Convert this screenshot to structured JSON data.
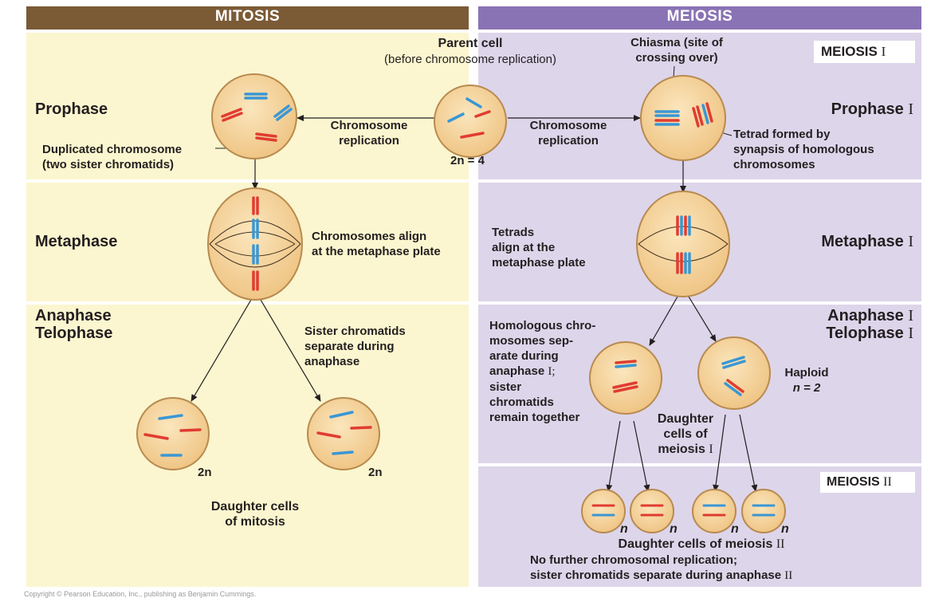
{
  "headers": {
    "mitosis": "MITOSIS",
    "meiosis": "MEIOSIS"
  },
  "colors": {
    "mitosis_header": "#7b5a36",
    "meiosis_header": "#8a73b4",
    "mitosis_panel": "#fbf6cf",
    "meiosis_panel": "#ddd5ea",
    "cell_fill": "#f3cf94",
    "cell_stroke": "#b88a4f",
    "chromosome_red": "#e03c31",
    "chromosome_blue": "#3a97d4",
    "ink": "#231f20"
  },
  "parent": {
    "title": "Parent cell",
    "subtitle": "(before chromosome replication)",
    "ploidy": "2n = 4"
  },
  "center": {
    "replication_left": [
      "Chromosome",
      "replication"
    ],
    "replication_right": [
      "Chromosome",
      "replication"
    ]
  },
  "mitosis": {
    "prophase": "Prophase",
    "duplicated": [
      "Duplicated chromosome",
      "(two sister chromatids)"
    ],
    "metaphase": "Metaphase",
    "align": [
      "Chromosomes align",
      "at the metaphase plate"
    ],
    "anaphase": "Anaphase",
    "telophase": "Telophase",
    "sister": [
      "Sister chromatids",
      "separate during",
      "anaphase"
    ],
    "ploidy_left": "2n",
    "ploidy_right": "2n",
    "daughters": [
      "Daughter cells",
      "of mitosis"
    ]
  },
  "meiosis": {
    "box1": "MEIOSIS",
    "box1_roman": "I",
    "chiasma": [
      "Chiasma (site of",
      "crossing over)"
    ],
    "prophase": "Prophase",
    "prophase_roman": "I",
    "tetrad_formed": [
      "Tetrad formed by",
      "synapsis of homologous",
      "chromosomes"
    ],
    "tetrads_align": [
      "Tetrads",
      "align at the",
      "metaphase plate"
    ],
    "metaphase": "Metaphase",
    "metaphase_roman": "I",
    "anaphase": "Anaphase",
    "anaphase_roman": "I",
    "telophase": "Telophase",
    "telophase_roman": "I",
    "homologous": [
      "Homologous chro-",
      "mosomes sep-",
      "arate during"
    ],
    "homologous_anaphase": "anaphase",
    "homologous_roman": "I;",
    "homologous_rest": [
      "sister",
      "chromatids",
      "remain together"
    ],
    "haploid": "Haploid",
    "haploid_n": "n = 2",
    "daughters1": [
      "Daughter",
      "cells of",
      "meiosis"
    ],
    "daughters1_roman": "I",
    "box2": "MEIOSIS",
    "box2_roman": "II",
    "n_labels": [
      "n",
      "n",
      "n",
      "n"
    ],
    "daughters2": "Daughter cells of meiosis",
    "daughters2_roman": "II",
    "no_further": "No further chromosomal replication;",
    "sister_sep": "sister chromatids separate during anaphase",
    "sister_sep_roman": "II"
  },
  "credit": "Copyright © Pearson Education, Inc., publishing as Benjamin Cummings."
}
